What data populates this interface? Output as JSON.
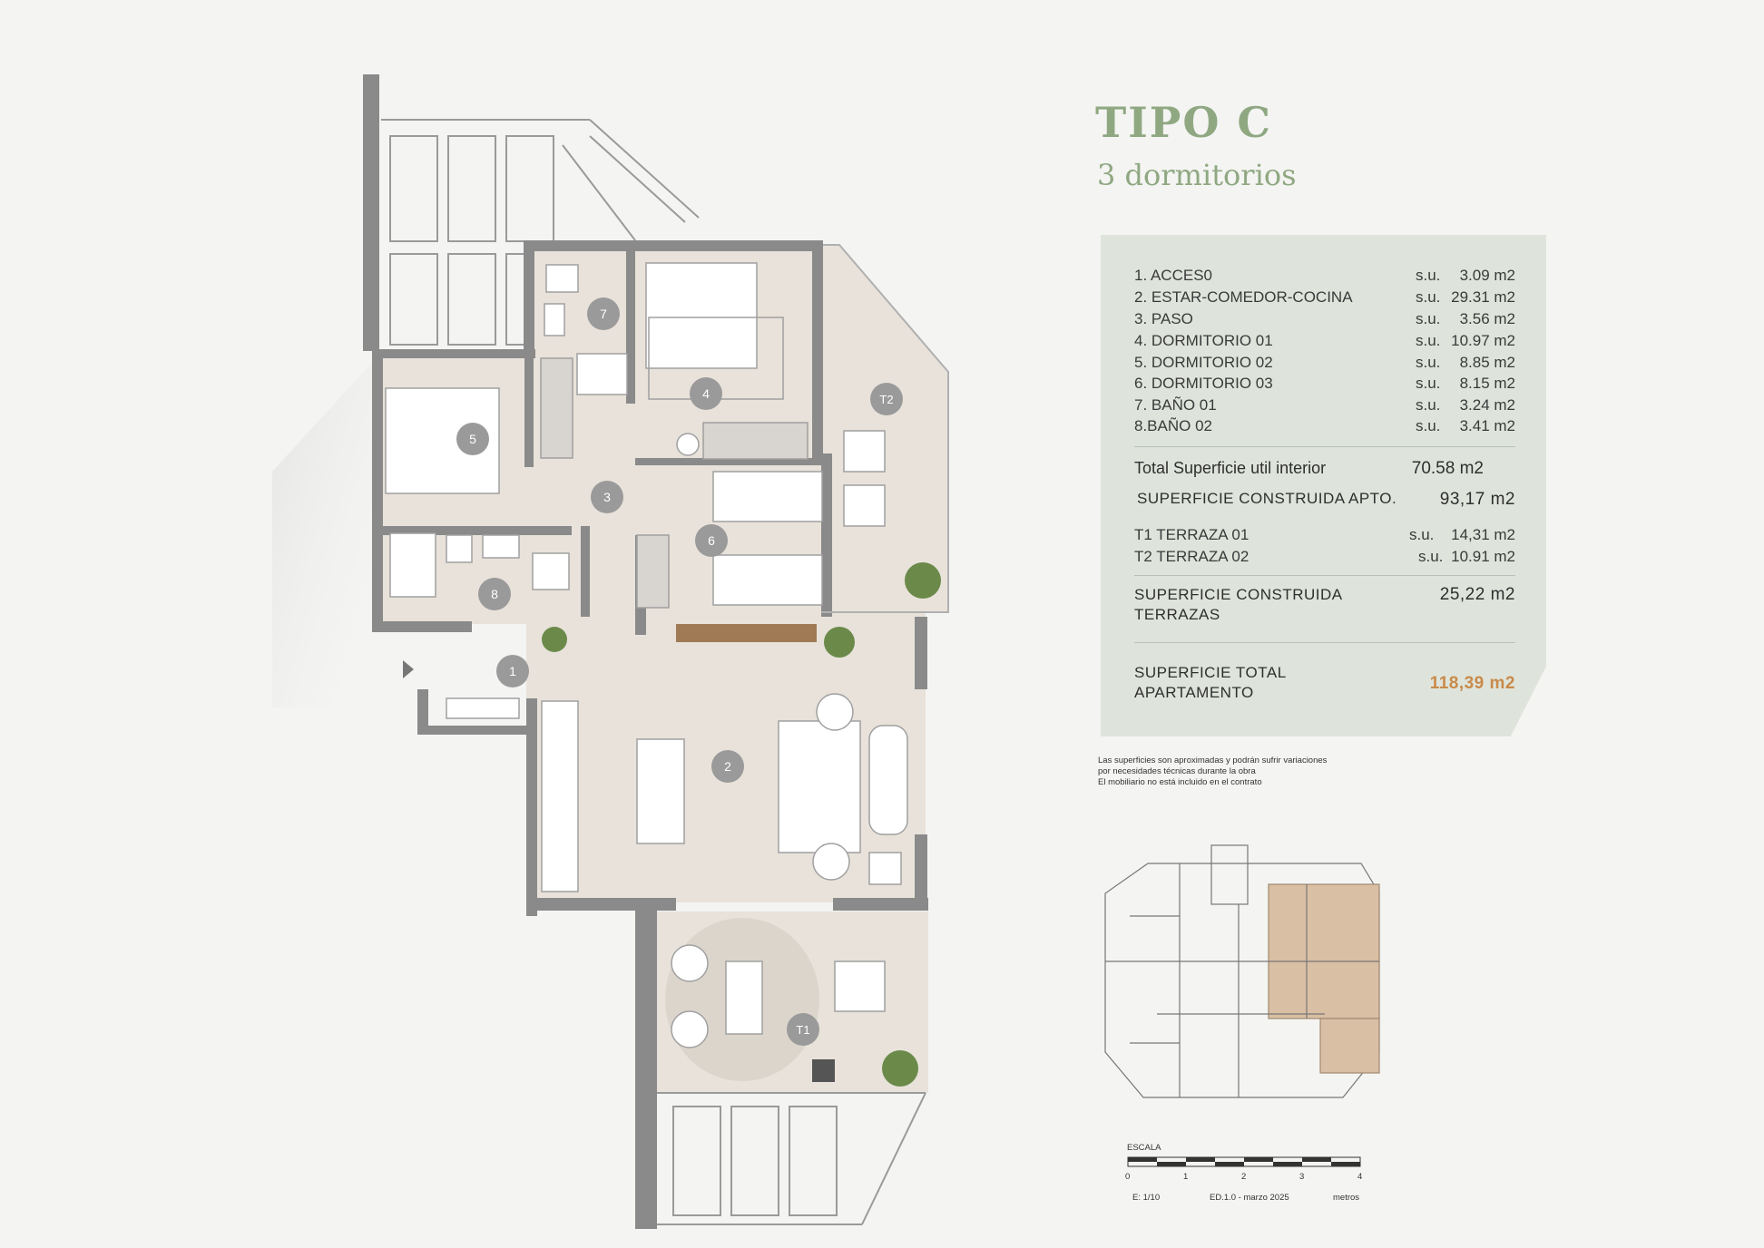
{
  "header": {
    "title": "TIPO C",
    "subtitle": "3 dormitorios"
  },
  "rooms": [
    {
      "name": "1. ACCES0",
      "su": "s.u.",
      "area": "3.09 m2"
    },
    {
      "name": "2. ESTAR-COMEDOR-COCINA",
      "su": "s.u.",
      "area": "29.31 m2"
    },
    {
      "name": "3. PASO",
      "su": "s.u.",
      "area": "3.56 m2"
    },
    {
      "name": "4. DORMITORIO 01",
      "su": "s.u.",
      "area": "10.97 m2"
    },
    {
      "name": "5. DORMITORIO 02",
      "su": "s.u.",
      "area": "8.85 m2"
    },
    {
      "name": "6. DORMITORIO 03",
      "su": "s.u.",
      "area": "8.15 m2"
    },
    {
      "name": "7. BAÑO 01",
      "su": "s.u.",
      "area": "3.24 m2"
    },
    {
      "name": "8.BAÑO 02",
      "su": "s.u.",
      "area": "3.41 m2"
    }
  ],
  "totals": {
    "util_label": "Total Superficie util interior",
    "util_value": "70.58 m2",
    "construida_label": "SUPERFICIE CONSTRUIDA APTO.",
    "construida_value": "93,17 m2"
  },
  "terraces": [
    {
      "name": "T1 TERRAZA 01",
      "su": "s.u.",
      "area": "14,31 m2"
    },
    {
      "name": "T2 TERRAZA 02",
      "su": "s.u.",
      "area": "10.91 m2"
    }
  ],
  "terrazas_total": {
    "label_line1": "SUPERFICIE CONSTRUIDA",
    "label_line2": "TERRAZAS",
    "value": "25,22 m2"
  },
  "apartment_total": {
    "label_line1": "SUPERFICIE TOTAL",
    "label_line2": "APARTAMENTO",
    "value": "118,39 m2"
  },
  "notes": [
    "Las superficies son aproximadas y podrán sufrir variaciones",
    "por necesidades técnicas durante la obra",
    "El mobiliario no está incluido en el contrato"
  ],
  "scale": {
    "label": "ESCALA",
    "ticks": [
      "0",
      "1",
      "2",
      "3",
      "4"
    ],
    "ratio": "E: 1/10",
    "edition": "ED.1.0 - marzo 2025",
    "unit": "metros"
  },
  "plan_labels": {
    "r1": "1",
    "r2": "2",
    "r3": "3",
    "r4": "4",
    "r5": "5",
    "r6": "6",
    "r7": "7",
    "r8": "8",
    "t1": "T1",
    "t2": "T2"
  },
  "colors": {
    "accent_green": "#8fa882",
    "panel_bg": "#dee4db",
    "total_orange": "#c98a4a",
    "wall": "#8a8a8a",
    "floor": "#e8e2da",
    "highlight_unit": "#d9bfa3"
  }
}
